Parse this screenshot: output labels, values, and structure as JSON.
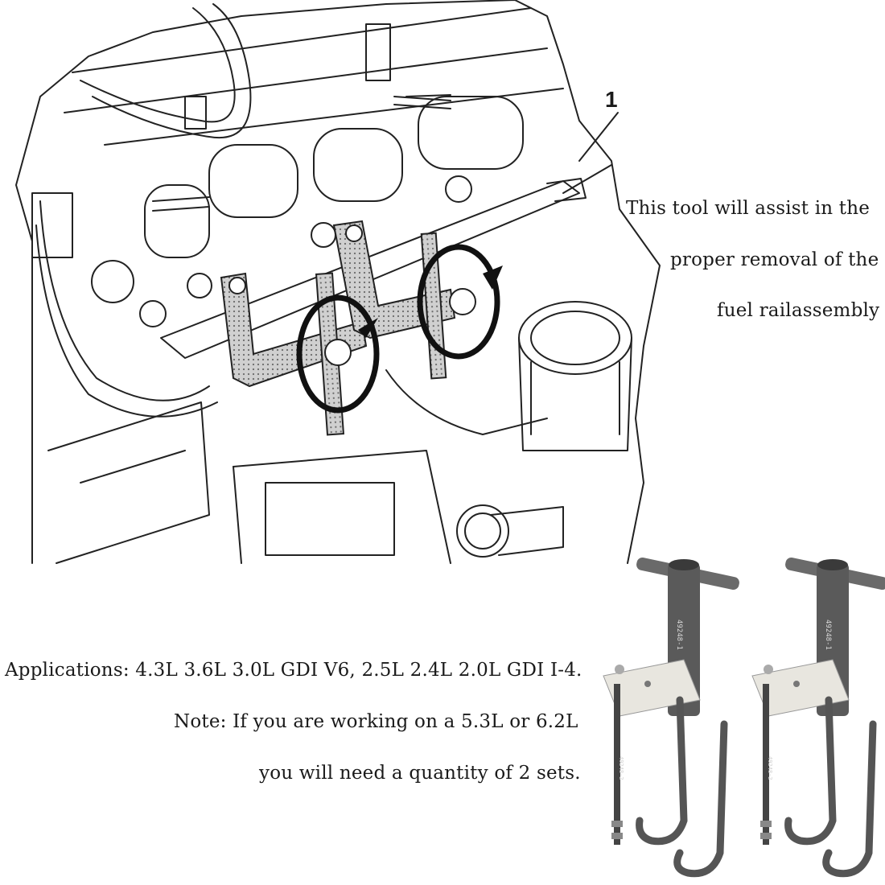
{
  "diagram": {
    "callout": "1",
    "description_lines": [
      "This tool will assist in the",
      "proper removal of the",
      "fuel railassembly"
    ]
  },
  "applications_text": "Applications: 4.3L 3.6L 3.0L GDI V6, 2.5L 2.4L 2.0L GDI I-4.",
  "note_lines": [
    "Note: If you are working on a 5.3L or 6.2L",
    "you will need a quantity of 2 sets."
  ],
  "tool_labels": {
    "main": "49248-1",
    "rod": "49248-2"
  },
  "colors": {
    "tool_body": "#5a5a5a",
    "tool_plate": "#e8e6df",
    "line_art": "#222222",
    "arrow": "#111111"
  }
}
